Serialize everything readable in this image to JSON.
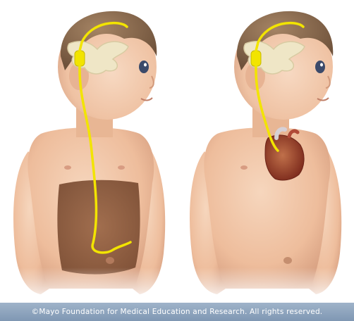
{
  "caption": {
    "copyright_text": "©Mayo Foundation for Medical Education and Research.  All rights reserved."
  },
  "colors": {
    "skin": "#f1c7a8",
    "skin_shadow": "#d9a283",
    "hair": "#8a6a4f",
    "shunt_tube": "#f2e400",
    "abdomen_cavity": "#8c5a3c",
    "brain_ventricle": "#efe6c6",
    "heart": "#9b3b2b",
    "caption_bar": "#8aa1bb"
  },
  "figures": [
    {
      "id": "left-child",
      "shunt_type": "ventriculoperitoneal",
      "shunt_destination": "abdomen-cavity"
    },
    {
      "id": "right-child",
      "shunt_type": "ventriculoatrial",
      "shunt_destination": "heart"
    }
  ]
}
